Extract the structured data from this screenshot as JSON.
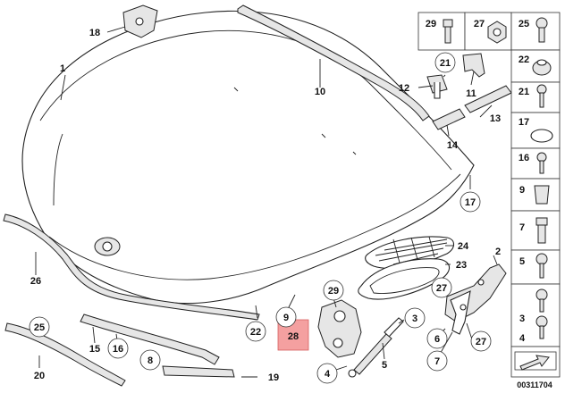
{
  "diagram": {
    "callouts_plain": [
      {
        "id": "c1",
        "text": "1"
      },
      {
        "id": "c2",
        "text": "2"
      },
      {
        "id": "c5",
        "text": "5"
      },
      {
        "id": "c10",
        "text": "10"
      },
      {
        "id": "c11",
        "text": "11"
      },
      {
        "id": "c12",
        "text": "12"
      },
      {
        "id": "c13",
        "text": "13"
      },
      {
        "id": "c14",
        "text": "14"
      },
      {
        "id": "c15",
        "text": "15"
      },
      {
        "id": "c18",
        "text": "18"
      },
      {
        "id": "c19",
        "text": "19"
      },
      {
        "id": "c20",
        "text": "20"
      },
      {
        "id": "c23",
        "text": "23"
      },
      {
        "id": "c24",
        "text": "24"
      },
      {
        "id": "c26",
        "text": "26"
      }
    ],
    "callouts_circled": [
      {
        "id": "k21",
        "text": "21"
      },
      {
        "id": "k17",
        "text": "17"
      },
      {
        "id": "k29",
        "text": "29"
      },
      {
        "id": "k27a",
        "text": "27"
      },
      {
        "id": "k22",
        "text": "22"
      },
      {
        "id": "k9",
        "text": "9"
      },
      {
        "id": "k3",
        "text": "3"
      },
      {
        "id": "k6",
        "text": "6"
      },
      {
        "id": "k7",
        "text": "7"
      },
      {
        "id": "k27b",
        "text": "27"
      },
      {
        "id": "k4",
        "text": "4"
      },
      {
        "id": "k25",
        "text": "25"
      },
      {
        "id": "k16",
        "text": "16"
      },
      {
        "id": "k8",
        "text": "8"
      }
    ],
    "highlighted_callout": {
      "text": "28"
    },
    "parts_grid": {
      "top_row": [
        "29",
        "27",
        "25"
      ],
      "right_column": [
        "22",
        "21",
        "17",
        "16",
        "9",
        "7",
        "5",
        "3",
        "4"
      ]
    },
    "document_code": "00311704"
  }
}
